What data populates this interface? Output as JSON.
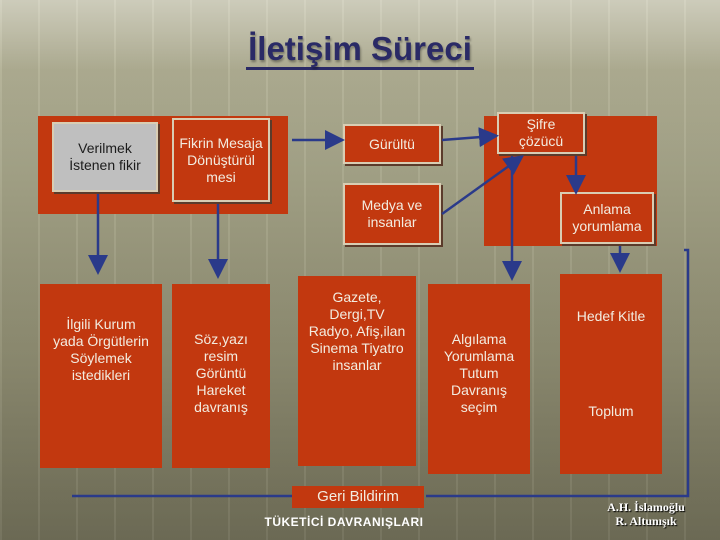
{
  "title": "İletişim Süreci",
  "boxes": {
    "sender": "Verilmek İstenen fikir",
    "encode": "Fikrin Mesaja Dönüştürül mesi",
    "noise": "Gürültü",
    "decoder": "Şifre çözücü",
    "media": "Medya ve insanlar",
    "meaning": "Anlama yorumlama",
    "org": "İlgili Kurum yada Örgütlerin Söylemek istedikleri",
    "forms": "Söz,yazı resim Görüntü Hareket davranış",
    "channels": "Gazete, Dergi,TV Radyo, Afiş,ilan Sinema Tiyatro insanlar",
    "perception": "Algılama Yorumlama Tutum Davranış seçim",
    "target": "Hedef Kitle",
    "all": "Toplum",
    "feedback": "Geri Bildirim",
    "consumer": "TÜKETİCİ DAVRANIŞLARI"
  },
  "authors": [
    "A.H. İslamoğlu",
    "R. Altunışık"
  ],
  "colors": {
    "box": "#c2380f",
    "title": "#2a2a66",
    "arrow": "#2a3a8a"
  }
}
